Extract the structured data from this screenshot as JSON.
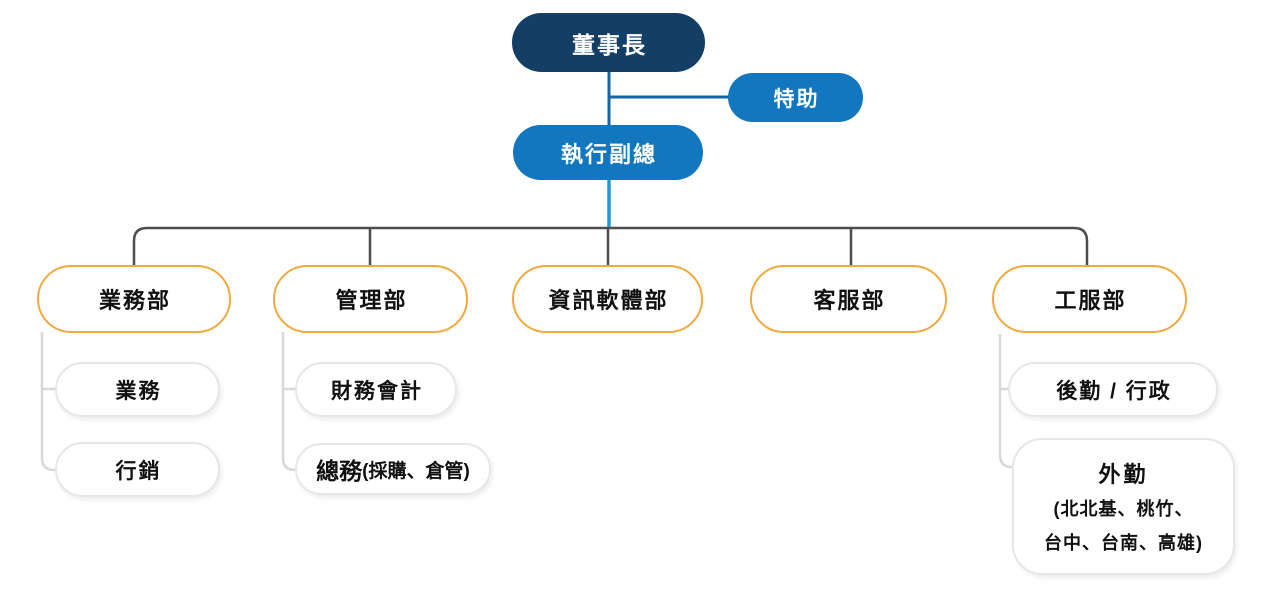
{
  "diagram_type": "org-chart",
  "org": {
    "root": {
      "label": "董事長"
    },
    "assistant": {
      "label": "特助"
    },
    "evp": {
      "label": "執行副總"
    },
    "departments": [
      {
        "label": "業務部",
        "children": [
          {
            "label": "業務"
          },
          {
            "label": "行銷"
          }
        ]
      },
      {
        "label": "管理部",
        "children": [
          {
            "label": "財務會計"
          },
          {
            "label": "總務",
            "suffix": "(採購、倉管)"
          }
        ]
      },
      {
        "label": "資訊軟體部",
        "children": []
      },
      {
        "label": "客服部",
        "children": []
      },
      {
        "label": "工服部",
        "children": [
          {
            "label": "後勤 / 行政"
          },
          {
            "label": "外勤",
            "sub_lines": [
              "(北北基、桃竹、",
              "台中、台南、高雄)"
            ]
          }
        ]
      }
    ]
  },
  "colors": {
    "chairman_bg": "#133e66",
    "blue_bg": "#1277bf",
    "connector_blue": "#1564a8",
    "connector_lightblue": "#209bd8",
    "connector_gray": "#4d4d4d",
    "connector_lightgray": "#d8d8d8",
    "dept_border": "#f4a93e",
    "sub_border": "#e7e7e7",
    "text_dark": "#111111",
    "text_light": "#ffffff"
  }
}
